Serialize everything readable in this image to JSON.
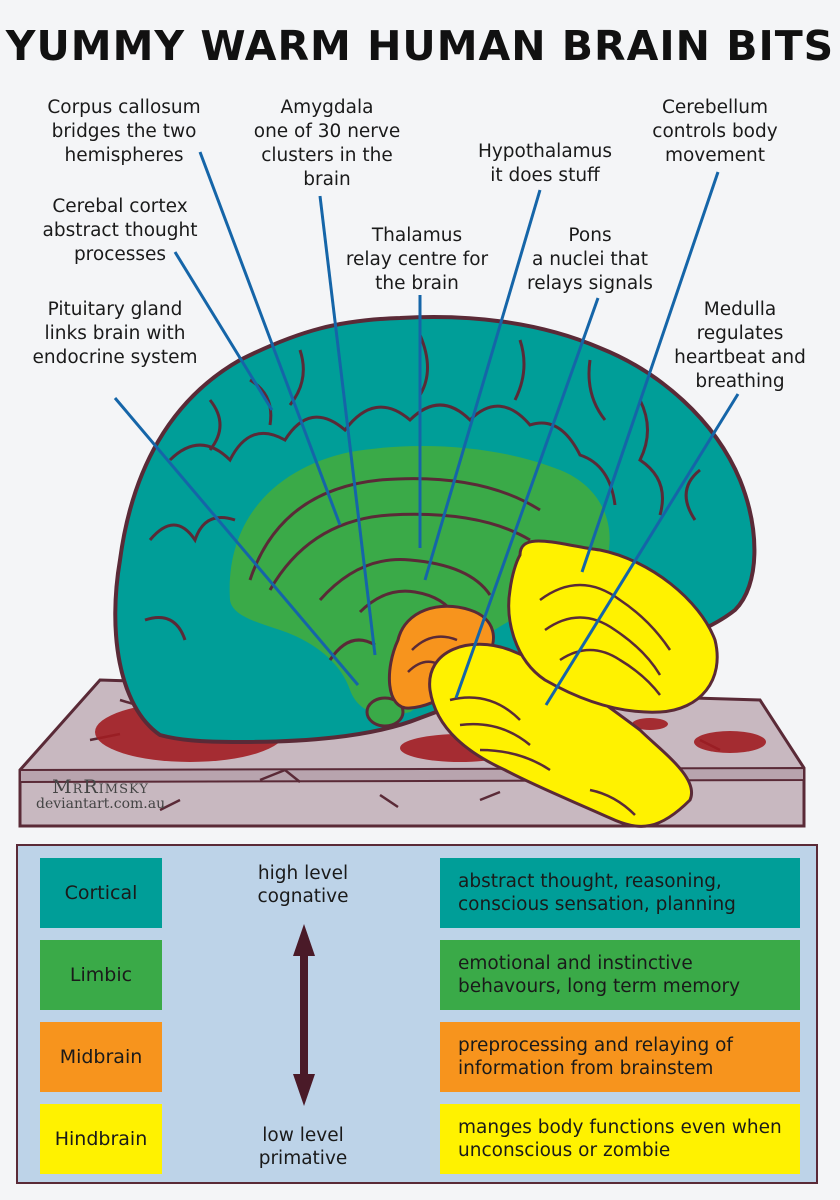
{
  "title": "YUMMY WARM HUMAN BRAIN BITS",
  "labels": [
    {
      "name": "Corpus callosum",
      "desc": "bridges the two hemispheres"
    },
    {
      "name": "Amygdala",
      "desc": "one of 30 nerve clusters in the brain"
    },
    {
      "name": "Hypothalamus",
      "desc": "it does stuff"
    },
    {
      "name": "Cerebellum",
      "desc": "controls body movement"
    },
    {
      "name": "Cerebal cortex",
      "desc": "abstract thought processes"
    },
    {
      "name": "Thalamus",
      "desc": "relay centre for the brain"
    },
    {
      "name": "Pons",
      "desc": "a nuclei that relays signals"
    },
    {
      "name": "Pituitary gland",
      "desc": "links brain with endocrine system"
    },
    {
      "name": "Medulla",
      "desc": "regulates heartbeat and breathing"
    }
  ],
  "credit": {
    "author": "MrRimsky",
    "site": "deviantart.com.au"
  },
  "legend": {
    "rows": [
      {
        "level": "Cortical",
        "color": "#009e98",
        "description": "abstract thought, reasoning, conscious sensation, planning"
      },
      {
        "level": "Limbic",
        "color": "#3aaa48",
        "description": "emotional and instinctive behavours, long term memory"
      },
      {
        "level": "Midbrain",
        "color": "#f7941d",
        "description": "preprocessing and relaying of information from brainstem"
      },
      {
        "level": "Hindbrain",
        "color": "#fff200",
        "description": "manges body functions even when unconscious or zombie"
      }
    ],
    "scale_top": "high level cognative",
    "scale_bottom": "low level primative"
  },
  "colors": {
    "cortical": "#009e98",
    "limbic": "#3aaa48",
    "midbrain": "#f7941d",
    "hindbrain": "#fff200",
    "outline": "#5a2a37",
    "leader_line": "#1565a8",
    "slab": "#c8b8c0",
    "blood": "#a11d22",
    "legend_bg": "#bdd3e8"
  }
}
